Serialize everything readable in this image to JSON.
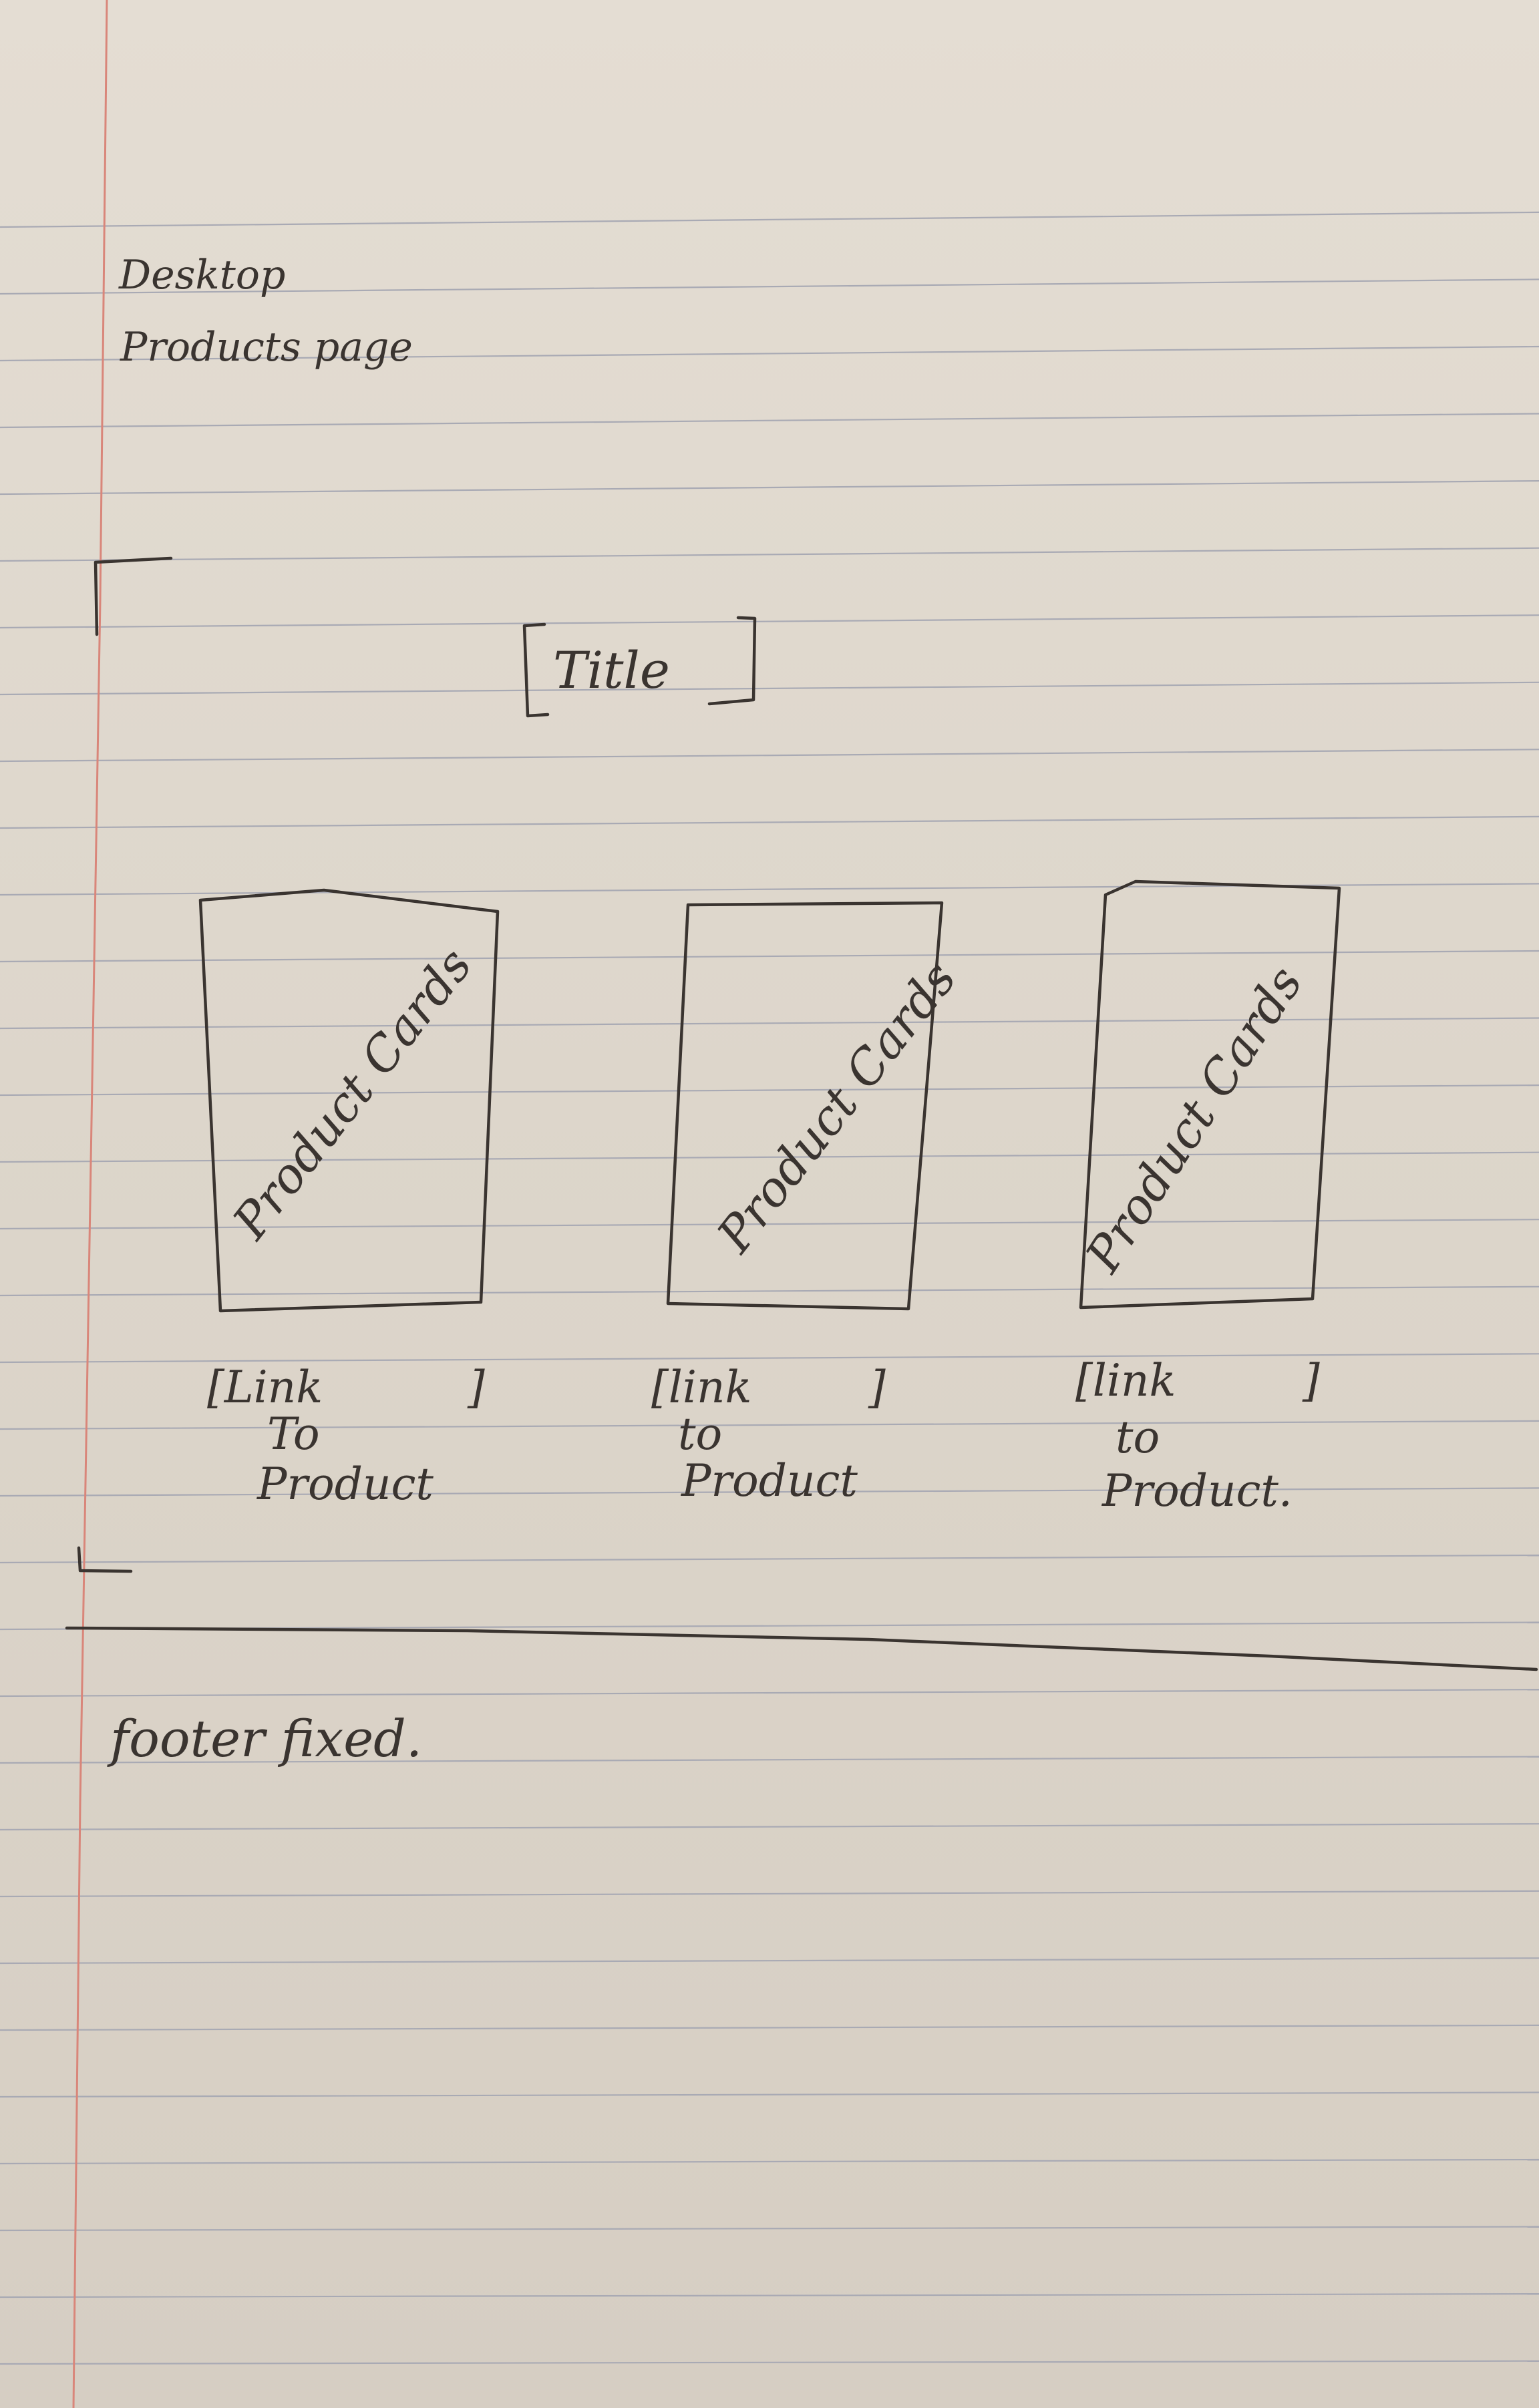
{
  "page_note": {
    "line1": "Desktop",
    "line2": "Products page"
  },
  "title_placeholder": {
    "open": "[",
    "label": "Title",
    "close": "]"
  },
  "product_cards": [
    {
      "label": "Product Cards",
      "link_line1": "[Link",
      "link_close": "]",
      "link_line2": "To",
      "link_line3": "Product"
    },
    {
      "label": "Product Cards",
      "link_line1": "[link",
      "link_close": "]",
      "link_line2": "to",
      "link_line3": "Product"
    },
    {
      "label": "Product Cards",
      "link_line1": "[link",
      "link_close": "]",
      "link_line2": "to",
      "link_line3": "Product."
    }
  ],
  "footer": {
    "label": "footer fixed."
  },
  "colors": {
    "paper": "#e0d9cf",
    "rule_line": "#a9aab4",
    "margin_line": "#d9867a",
    "ink": "#3a3430"
  }
}
